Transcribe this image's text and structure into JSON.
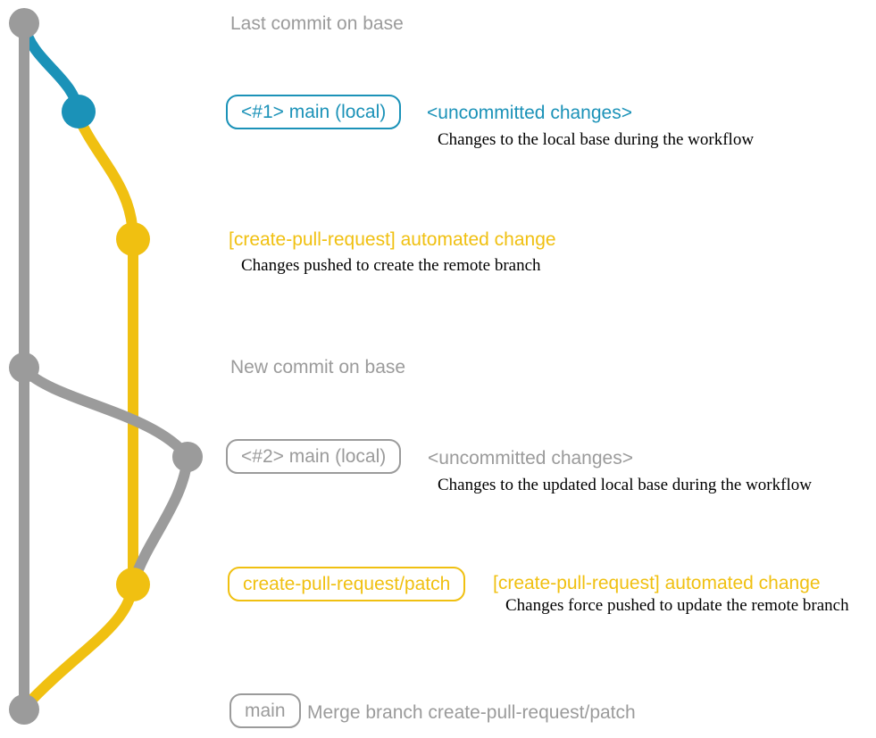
{
  "colors": {
    "gray": "#9b9b9b",
    "teal": "#1b92b8",
    "yellow": "#f0c011",
    "ink": "#000000",
    "background": "#ffffff"
  },
  "annotations": {
    "last_commit": "Last commit on base",
    "new_commit": "New commit on base"
  },
  "rows": {
    "local1": {
      "badge": "<#1> main (local)",
      "status": "<uncommitted changes>",
      "detail": "Changes to the local base during the workflow"
    },
    "push1": {
      "title": "[create-pull-request] automated change",
      "detail": "Changes pushed to create the remote branch"
    },
    "local2": {
      "badge": "<#2> main (local)",
      "status": "<uncommitted changes>",
      "detail": "Changes to the updated local base during the workflow"
    },
    "push2": {
      "badge": "create-pull-request/patch",
      "title": "[create-pull-request] automated change",
      "detail": "Changes force pushed to update the remote branch"
    },
    "merge": {
      "badge": "main",
      "message": "Merge branch create-pull-request/patch"
    }
  },
  "graph": {
    "branches": [
      {
        "name": "base",
        "color": "#9b9b9b"
      },
      {
        "name": "main (local)",
        "color": "#1b92b8"
      },
      {
        "name": "create-pull-request/patch",
        "color": "#f0c011"
      }
    ],
    "commits": [
      {
        "id": "last-commit-on-base",
        "branch": "base"
      },
      {
        "id": "uncommitted-changes-1",
        "branch": "main (local)"
      },
      {
        "id": "automated-change-1",
        "branch": "create-pull-request/patch"
      },
      {
        "id": "new-commit-on-base",
        "branch": "base"
      },
      {
        "id": "uncommitted-changes-2",
        "branch": "base"
      },
      {
        "id": "automated-change-2",
        "branch": "create-pull-request/patch"
      },
      {
        "id": "merge-commit",
        "branch": "base"
      }
    ]
  }
}
